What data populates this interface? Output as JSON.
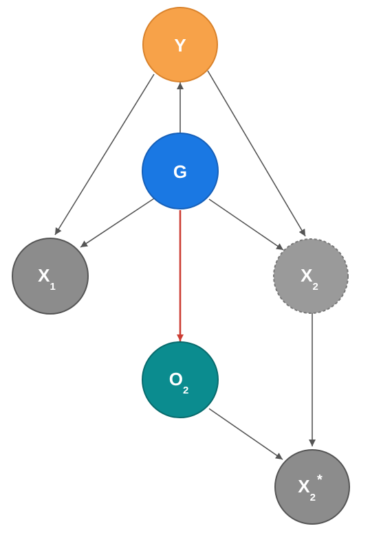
{
  "colors": {
    "y_fill": "#f7a249",
    "y_stroke": "#d9822b",
    "g_fill": "#1a78e3",
    "g_stroke": "#1660b9",
    "x_fill": "#8c8c8c",
    "x_stroke": "#555555",
    "x2_fill": "#9a9a9a",
    "x2_stroke": "#777777",
    "o2_fill": "#0b8c8f",
    "o2_stroke": "#086b6d",
    "edge": "#555555",
    "edge_highlight": "#cc3d33"
  },
  "nodes": {
    "y": {
      "label": "Y"
    },
    "g": {
      "label": "G"
    },
    "x1": {
      "label": "X",
      "subscript": "1"
    },
    "x2": {
      "label": "X",
      "subscript": "2",
      "style": "dashed"
    },
    "o2": {
      "label": "O",
      "subscript": "2"
    },
    "x2star": {
      "label": "X",
      "subscript": "2",
      "superscript": "*"
    }
  },
  "edges": [
    {
      "from": "G",
      "to": "Y"
    },
    {
      "from": "Y",
      "to": "X1"
    },
    {
      "from": "Y",
      "to": "X2"
    },
    {
      "from": "G",
      "to": "X1"
    },
    {
      "from": "G",
      "to": "X2"
    },
    {
      "from": "G",
      "to": "O2",
      "highlight": true
    },
    {
      "from": "X2",
      "to": "X2*"
    },
    {
      "from": "O2",
      "to": "X2*"
    }
  ]
}
